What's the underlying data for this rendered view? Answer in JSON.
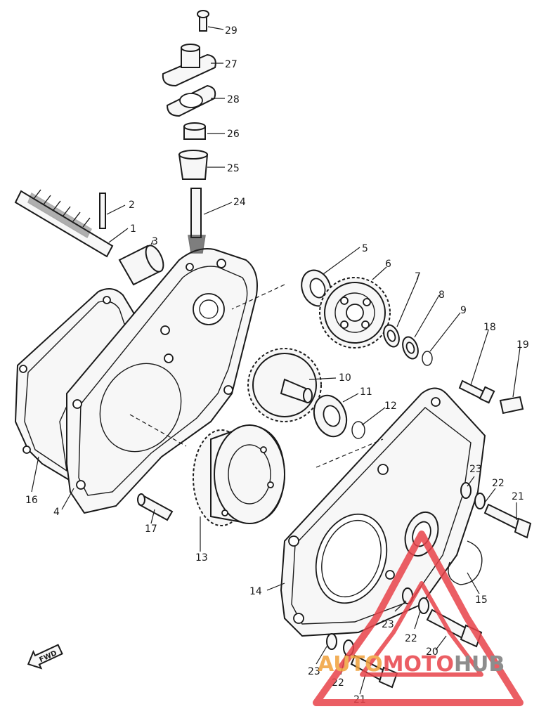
{
  "callouts": {
    "c1": "1",
    "c2": "2",
    "c3": "3",
    "c4": "4",
    "c5": "5",
    "c6": "6",
    "c7": "7",
    "c8": "8",
    "c9": "9",
    "c10": "10",
    "c11": "11",
    "c12": "12",
    "c13": "13",
    "c14": "14",
    "c15": "15",
    "c16": "16",
    "c17": "17",
    "c18": "18",
    "c19": "19",
    "c20a": "20",
    "c21a": "21",
    "c21b": "21",
    "c22a": "22",
    "c22b": "22",
    "c22c": "22",
    "c23a": "23",
    "c23b": "23",
    "c23c": "23",
    "c24": "24",
    "c25": "25",
    "c26": "26",
    "c27": "27",
    "c28": "28",
    "c29": "29"
  },
  "fwd_label": "FWD",
  "watermark": {
    "part1": "AUTO",
    "part2": "MOTO",
    "part3": "HUB",
    "color_red": "#e8434a",
    "color_orange": "#f0a13a",
    "color_grey": "#7a7a7a"
  }
}
